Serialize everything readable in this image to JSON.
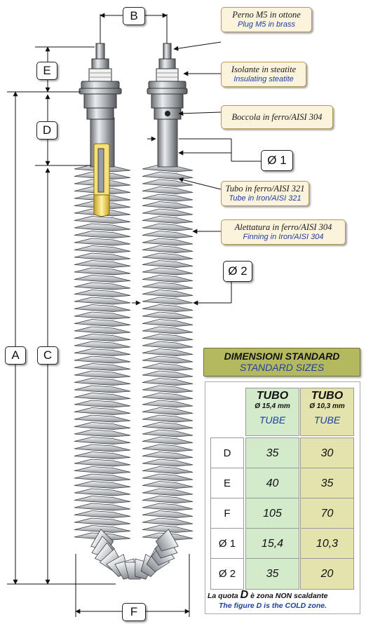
{
  "dimension_letters": {
    "B": "B",
    "E": "E",
    "D": "D",
    "A": "A",
    "C": "C",
    "F": "F",
    "d1": "Ø 1",
    "d2": "Ø 2"
  },
  "callouts": {
    "plug": {
      "it": "Perno M5 in ottone",
      "en": "Plug M5 in brass"
    },
    "insulator": {
      "it": "Isolante in steatite",
      "en": "Insulating steatite"
    },
    "bushing": {
      "it": "Boccola in ferro/AISI 304",
      "en": ""
    },
    "tube": {
      "it": "Tubo in ferro/AISI 321",
      "en": "Tube in Iron/AISI 321"
    },
    "finning": {
      "it": "Alettatura in ferro/AISI 304",
      "en": "Finning in Iron/AISI 304"
    }
  },
  "table": {
    "title_it": "DIMENSIONI STANDARD",
    "title_en": "STANDARD SIZES",
    "columns": [
      {
        "label": "TUBO",
        "size": "Ø 15,4 mm",
        "label_en": "TUBE"
      },
      {
        "label": "TUBO",
        "size": "Ø 10,3 mm",
        "label_en": "TUBE"
      }
    ],
    "rows": [
      {
        "label": "D",
        "v1": "35",
        "v2": "30"
      },
      {
        "label": "E",
        "v1": "40",
        "v2": "35"
      },
      {
        "label": "F",
        "v1": "105",
        "v2": "70"
      },
      {
        "label": "Ø 1",
        "v1": "15,4",
        "v2": "10,3"
      },
      {
        "label": "Ø 2",
        "v1": "35",
        "v2": "20"
      }
    ],
    "note_it_prefix": "La quota",
    "note_it_letter": "D",
    "note_it_suffix": "è zona NON scaldante",
    "note_en": "The figure D is the COLD zone."
  },
  "colors": {
    "callout_bg": "#fbf3dc",
    "header_olive": "#b4b95f",
    "col1_green": "#d3eacb",
    "col2_khaki": "#e5e3ad",
    "english_blue": "#1c3fa0"
  }
}
